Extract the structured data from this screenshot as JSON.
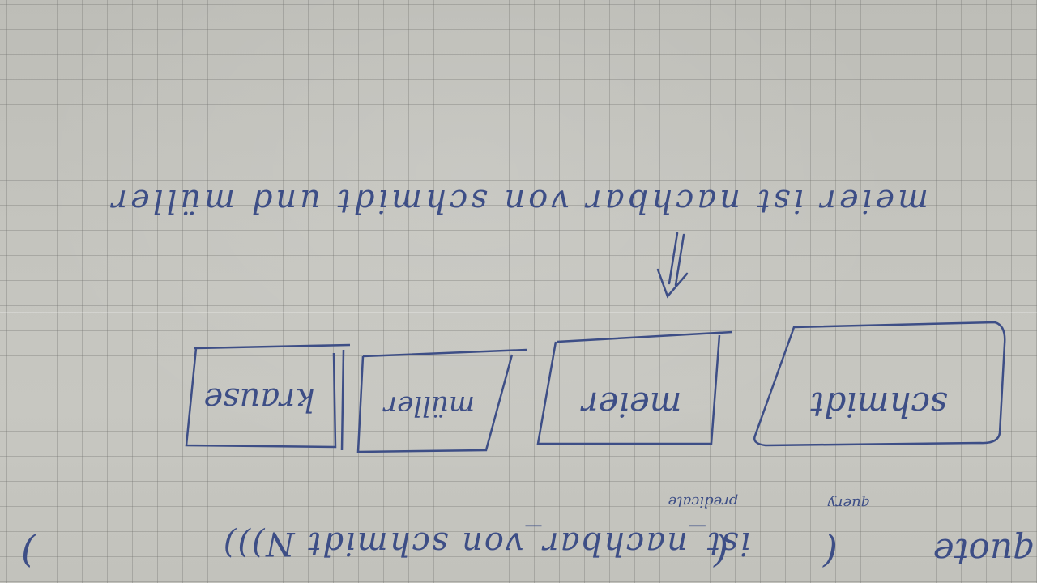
{
  "sentence": "meier ist nachbar von schmidt und müller",
  "boxes": {
    "schmidt": "schmidt",
    "meier": "meier",
    "mueller": "müller",
    "krause": "krause"
  },
  "code": {
    "quote": "quote",
    "open_paren": "(",
    "expression": "ist_nachbar_von schmidt N)))",
    "close_paren": ")"
  },
  "annotations": {
    "query": "query",
    "predicate": "predicate"
  },
  "colors": {
    "ink": "#3d4e86",
    "paper": "#c4c4be",
    "grid": "#737370"
  }
}
